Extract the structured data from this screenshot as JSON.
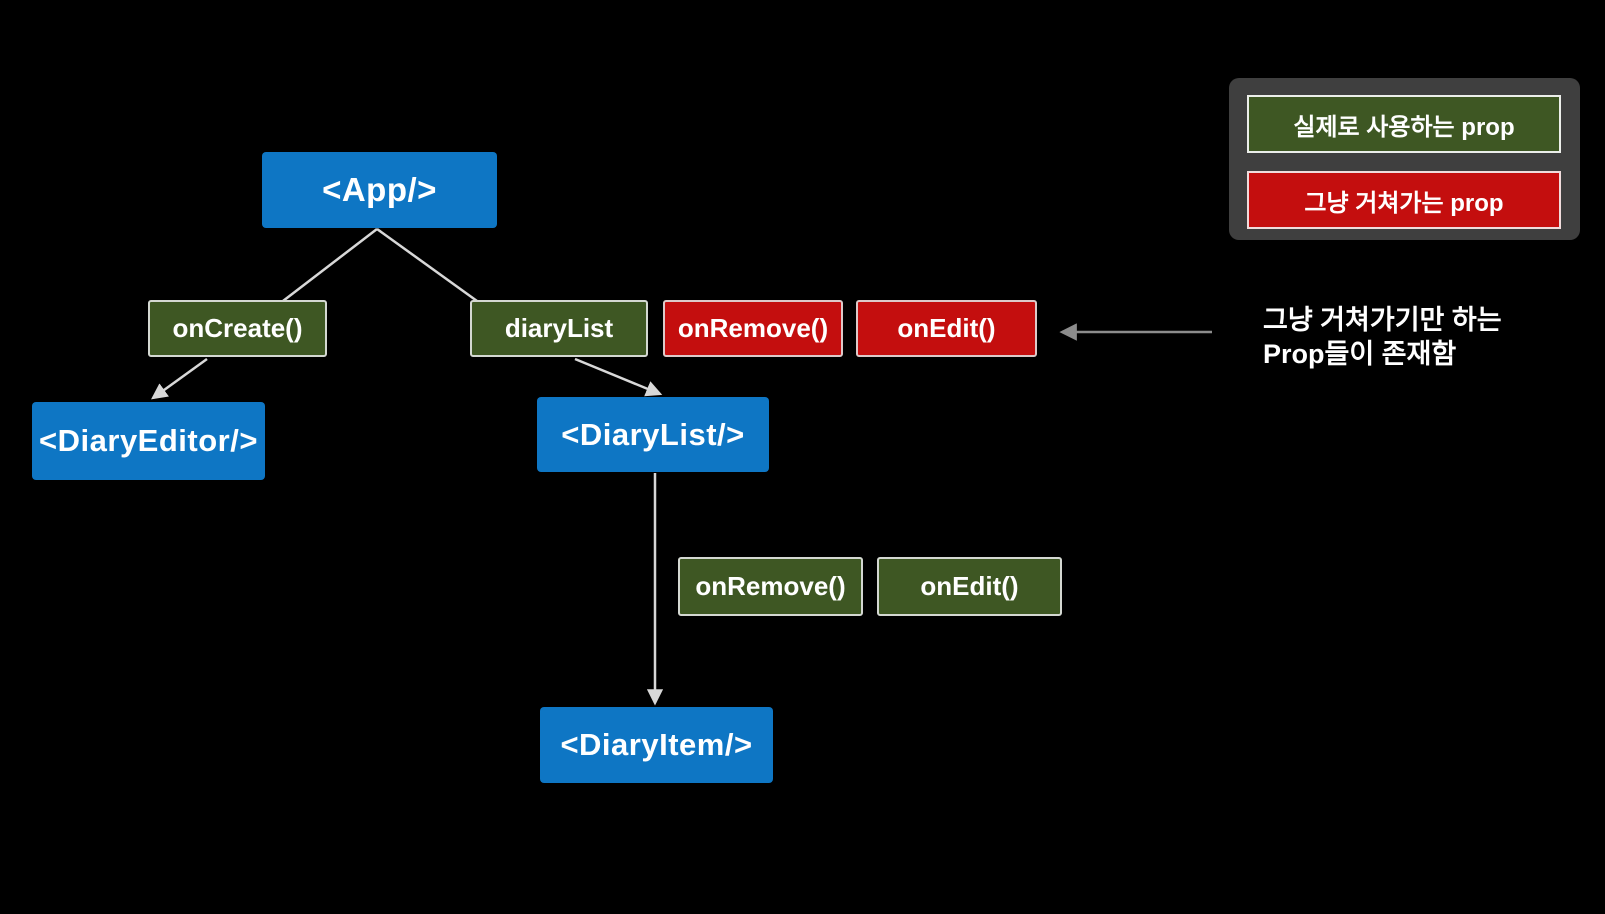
{
  "diagram_title": "React props passing diagram",
  "colors": {
    "background": "#000000",
    "component_blue": "#0e76c4",
    "used_prop_green": "#3e5723",
    "pass_prop_red": "#c40e0e",
    "legend_panel_gray": "#3f3f3f",
    "tree_connector_gray": "#d8d8d8",
    "annotation_arrow_gray": "#8c8c8c"
  },
  "components": {
    "app": {
      "label": "<App/>"
    },
    "diary_editor": {
      "label": "<DiaryEditor/>"
    },
    "diary_list": {
      "label": "<DiaryList/>"
    },
    "diary_item": {
      "label": "<DiaryItem/>"
    }
  },
  "props": {
    "app_row": [
      {
        "label": "onCreate()",
        "type": "used"
      },
      {
        "label": "diaryList",
        "type": "used"
      },
      {
        "label": "onRemove()",
        "type": "pass"
      },
      {
        "label": "onEdit()",
        "type": "pass"
      }
    ],
    "diary_list_row": [
      {
        "label": "onRemove()",
        "type": "used"
      },
      {
        "label": "onEdit()",
        "type": "used"
      }
    ]
  },
  "legend": {
    "used_label": "실제로 사용하는 prop",
    "pass_label": "그냥 거쳐가는 prop"
  },
  "annotation": {
    "line1": "그냥 거쳐가기만 하는",
    "line2": "Prop들이 존재함"
  }
}
